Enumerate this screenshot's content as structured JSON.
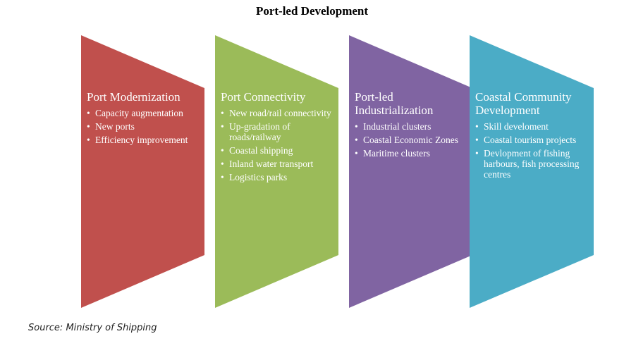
{
  "title": "Port-led Development",
  "source": "Source: Ministry of Shipping",
  "panels": [
    {
      "color": "#c0504d",
      "title": "Port Modernization",
      "items": [
        "Capacity augmentation",
        "New ports",
        "Efficiency improvement"
      ]
    },
    {
      "color": "#9bbb59",
      "title": "Port Connectivity",
      "items": [
        "New road/rail connectivity",
        "Up-gradation of roads/railway",
        "Coastal shipping",
        "Inland water transport",
        "Logistics parks"
      ]
    },
    {
      "color": "#8064a2",
      "title": "Port-led Industrialization",
      "items": [
        "Industrial clusters",
        "Coastal Economic Zones",
        "Maritime clusters"
      ]
    },
    {
      "color": "#4bacc6",
      "title": "Coastal Community Development",
      "items": [
        "Skill develoment",
        "Coastal tourism projects",
        "Devlopment of fishing harbours, fish processing centres"
      ]
    }
  ]
}
